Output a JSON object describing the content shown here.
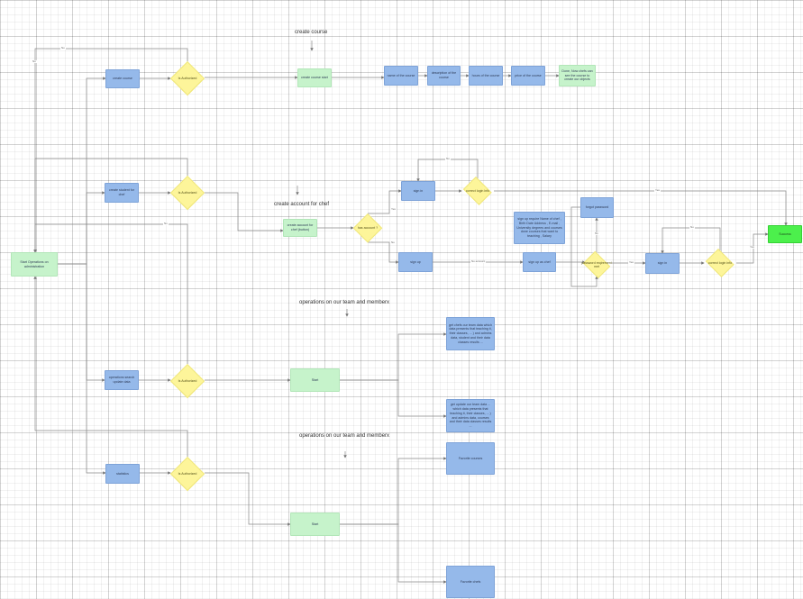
{
  "headings": {
    "create_course": "create course",
    "create_account_chef": "create account for chef",
    "operations_1": "operations on our team and memberx",
    "operations_2": "operations on our team and memberx"
  },
  "nodes": {
    "start": "Start Operations on administration",
    "create_course": "create course",
    "create_course_start": "create course start",
    "name_course": "name of the course",
    "description_course": "description of the course",
    "hours_course": "hours of the course",
    "price_course": "price of the course",
    "done": "Done, Now chefs can see the course to create our objects",
    "create_student_chef": "create student for chef",
    "create_account_chef": "create account for chef (button)",
    "sign_in": "sign in",
    "sign_up": "sign up",
    "sign_up_note": "sign up require Name of chef , Birth Date Address , E-mail , University degrees and courses done courses that want to teaching , Salary",
    "sign_up_as_chef": "sign up as chef",
    "forgot_password": "forgot password",
    "sign_in_2": "sign in",
    "success": "Success",
    "operations_update": "operations search update data",
    "start_ops_1": "Start",
    "get_data_top": "get chefs our team data which data presents that teaching it, their classes, ... ) and admins data, student and their data classes results ...",
    "get_data_bottom": "get update our team data ... which data presents that teaching it, their classes, ... ) and admins data, courses and their data classes results ...",
    "statistics": "statistics",
    "start_ops_2": "Start",
    "favorite_courses": "Favorite courses",
    "favorite_chefs": "Favorite chefs"
  },
  "decisions": {
    "auth_1": "Is Authorized",
    "auth_2": "Is Authorized",
    "has_account": "has account ?",
    "correct_login_1": "correct login info",
    "password_not_match": "password reqirement met",
    "correct_login_2": "correct login info",
    "auth_3": "Is Authorized",
    "auth_4": "Is Authorized"
  },
  "edge_labels": {
    "no": "No",
    "yes": "Yes",
    "no_account": "No account"
  },
  "colors": {
    "process_blue": "#95b9ea",
    "start_green": "#c6f3cb",
    "success_green": "#4cf04c",
    "decision_yellow": "#fdf59a",
    "connector": "#777777"
  }
}
